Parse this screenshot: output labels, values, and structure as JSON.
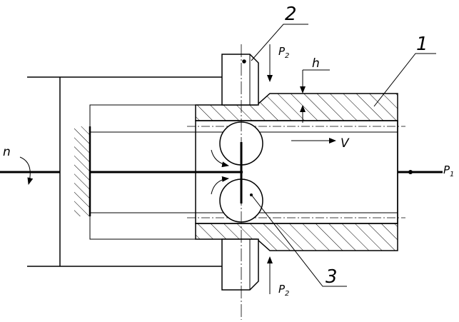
{
  "labels": {
    "part_1": "1",
    "part_2": "2",
    "part_3": "3",
    "gap_h": "h",
    "velocity": "V",
    "rotation": "n",
    "force_top_main": "P",
    "force_top_sub": "2",
    "force_bottom_main": "P",
    "force_bottom_sub": "2",
    "force_right_main": "P",
    "force_right_sub": "1"
  },
  "colors": {
    "line": "#000000",
    "background": "#ffffff"
  }
}
